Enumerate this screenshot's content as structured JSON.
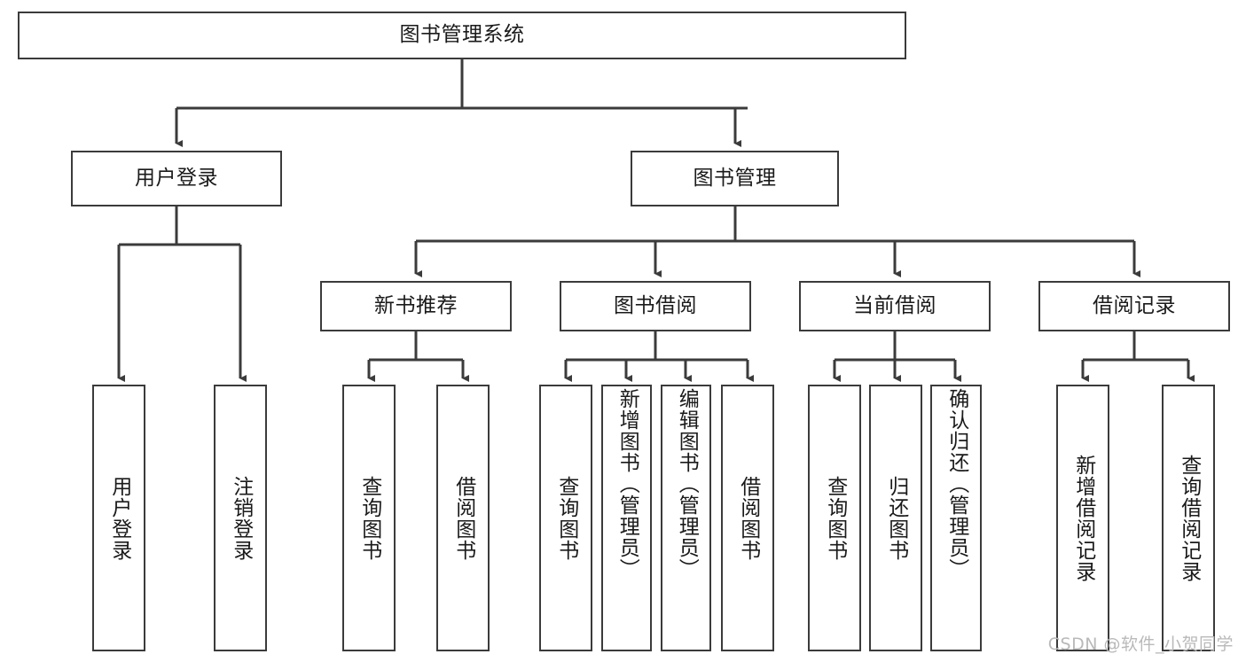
{
  "diagram": {
    "title": "图书管理系统",
    "type": "tree-hierarchy",
    "watermark": "CSDN @软件_小贺同学",
    "colors": {
      "border": "#3b3b3b",
      "background": "#ffffff",
      "text": "#1a1a1a",
      "watermark": "#b9b9b9"
    },
    "nodes": {
      "root": {
        "label": "图书管理系统"
      },
      "level2": [
        {
          "label": "用户登录"
        },
        {
          "label": "图书管理"
        }
      ],
      "level3": [
        {
          "label": "新书推荐"
        },
        {
          "label": "图书借阅"
        },
        {
          "label": "当前借阅"
        },
        {
          "label": "借阅记录"
        }
      ],
      "leaves": {
        "user_login": [
          {
            "label": "用户登录"
          },
          {
            "label": "注销登录"
          }
        ],
        "new_book_recommend": [
          {
            "label": "查询图书"
          },
          {
            "label": "借阅图书"
          }
        ],
        "book_borrow": [
          {
            "label": "查询图书"
          },
          {
            "label": "新增图书（管理员）"
          },
          {
            "label": "编辑图书（管理员）"
          },
          {
            "label": "借阅图书"
          }
        ],
        "current_borrow": [
          {
            "label": "查询图书"
          },
          {
            "label": "归还图书"
          },
          {
            "label": "确认归还（管理员）"
          }
        ],
        "borrow_record": [
          {
            "label": "新增借阅记录"
          },
          {
            "label": "查询借阅记录"
          }
        ]
      }
    }
  }
}
